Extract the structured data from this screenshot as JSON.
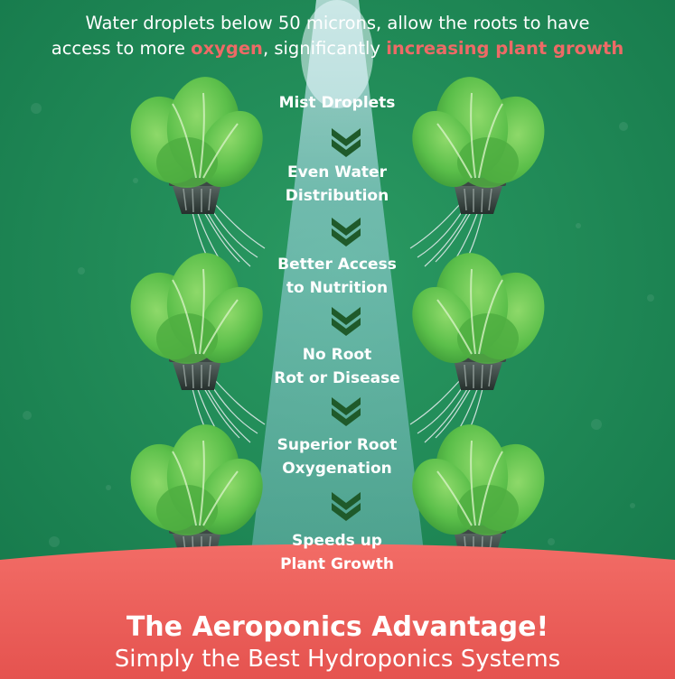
{
  "headline": {
    "line1": "Water droplets below 50 microns, allow the roots to have",
    "line2_prefix": "access to more ",
    "highlight_oxygen": "oxygen",
    "line2_middle": ", significantly ",
    "highlight_growth": "increasing plant growth"
  },
  "steps": [
    {
      "line1": "Mist Droplets",
      "line2": ""
    },
    {
      "line1": "Even Water",
      "line2": "Distribution"
    },
    {
      "line1": "Better Access",
      "line2": "to Nutrition"
    },
    {
      "line1": "No Root",
      "line2": "Rot or Disease"
    },
    {
      "line1": "Superior Root",
      "line2": "Oxygenation"
    },
    {
      "line1": "Speeds up",
      "line2": "Plant Growth"
    }
  ],
  "footer": {
    "title": "The Aeroponics Advantage!",
    "subtitle": "Simply the Best Hydroponics Systems"
  },
  "colors": {
    "background_green": "#1e8a55",
    "highlight_red": "#ee6a66",
    "footer_red": "#ef5f5f",
    "leaf_green": "#5bbf4a",
    "chevron_dark_green": "#1f5a2a",
    "mist_blue": "#9fd3e6"
  },
  "icons": [
    "lettuce-plant-icon",
    "net-pot-icon",
    "roots-icon",
    "chevron-down-icon"
  ]
}
